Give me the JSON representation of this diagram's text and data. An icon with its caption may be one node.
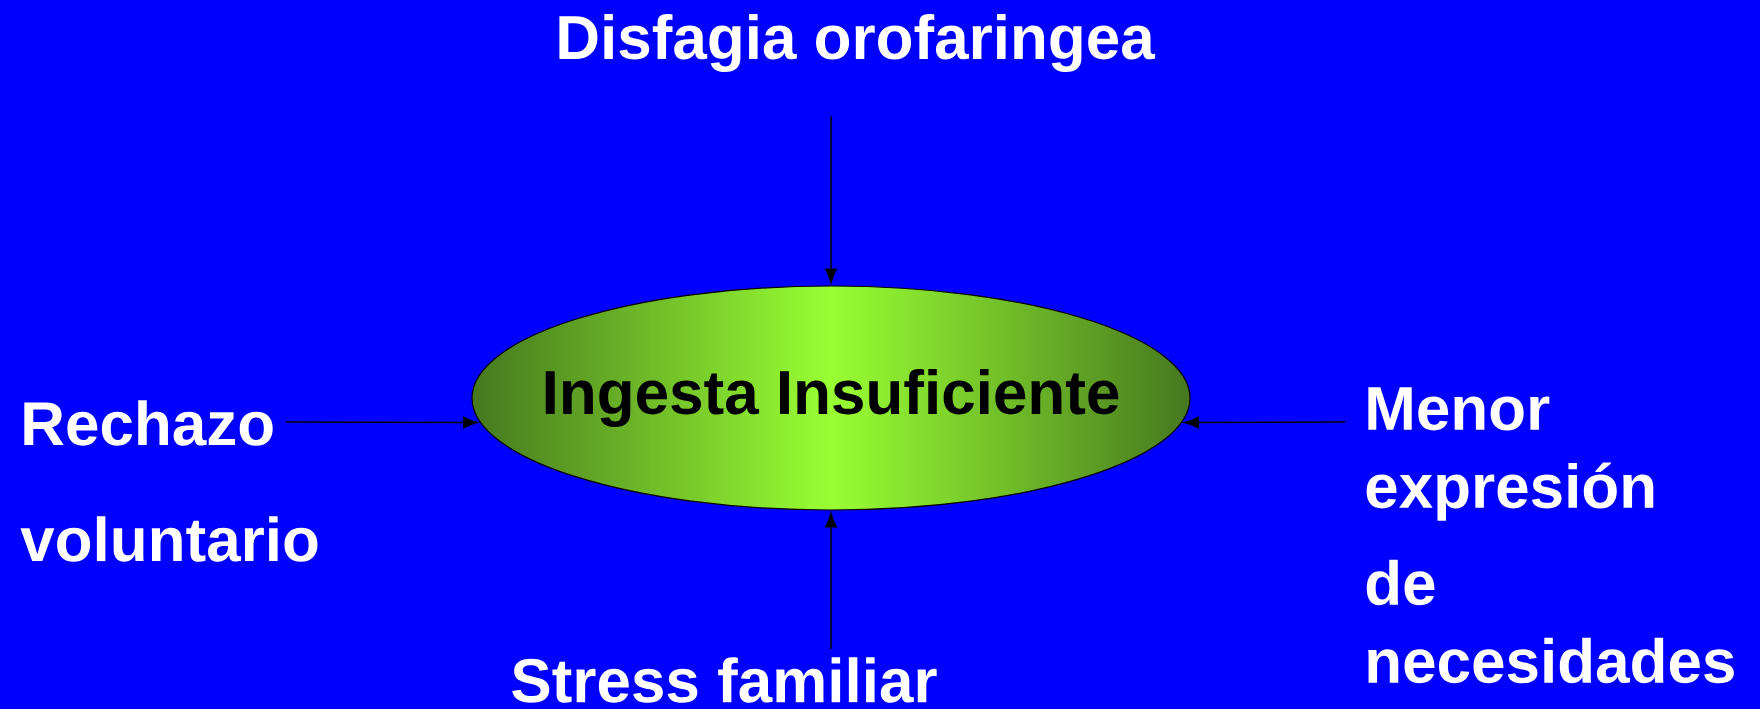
{
  "diagram": {
    "nodes": [
      {
        "text": [
          "Ingesta Insuficiente"
        ]
      },
      {
        "text": [
          "Disfagia orofaringea"
        ]
      },
      {
        "text": [
          "Rechazo voluntario"
        ]
      },
      {
        "text": [
          "Menor expresión",
          "de necesidades"
        ]
      },
      {
        "text": [
          "Stress familiar"
        ]
      }
    ],
    "edges": [
      {
        "from": 1,
        "to": 0,
        "arrow": "to"
      },
      {
        "from": 2,
        "to": 0,
        "arrow": "to"
      },
      {
        "from": 3,
        "to": 0,
        "arrow": "to"
      },
      {
        "from": 4,
        "to": 0,
        "arrow": "to"
      }
    ]
  }
}
